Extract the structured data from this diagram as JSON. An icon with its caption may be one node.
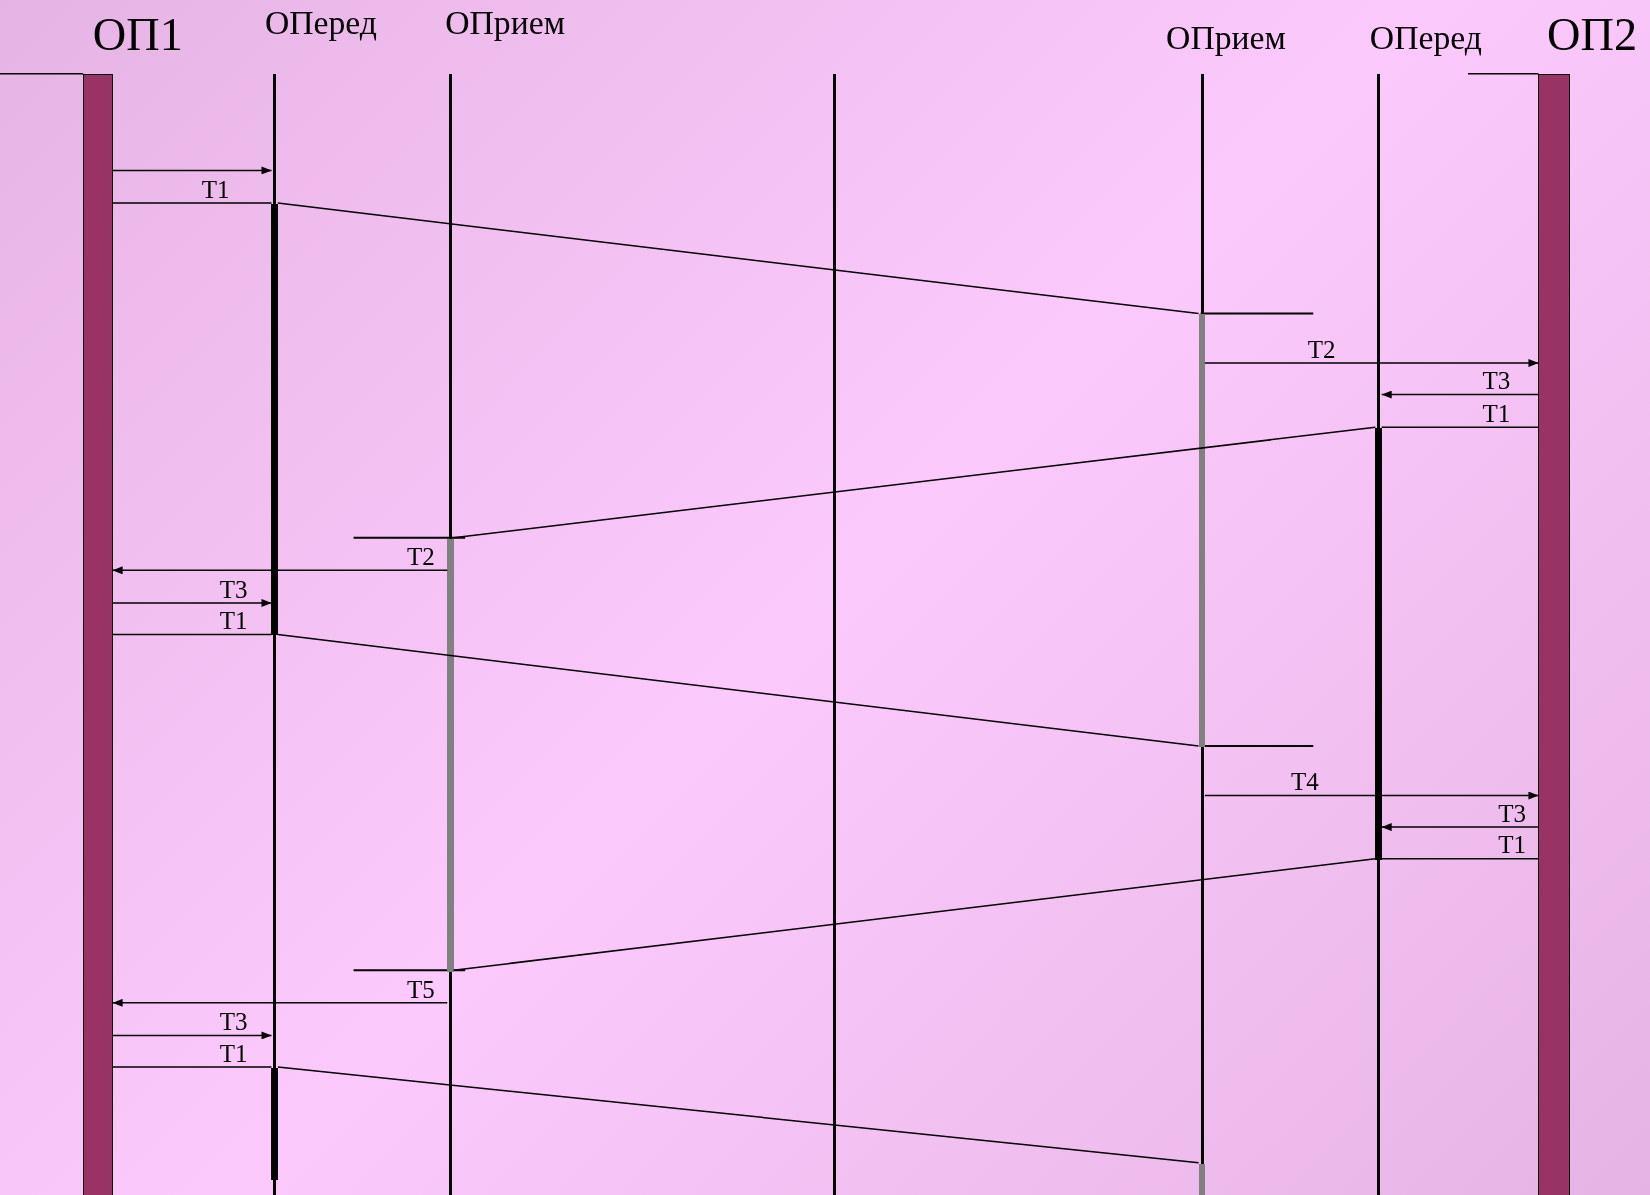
{
  "diagram": {
    "nodes": [
      {
        "text": [
          "ОП1"
        ]
      },
      {
        "text": [
          "ОПеред"
        ]
      },
      {
        "text": [
          "ОПрием"
        ]
      },
      {
        "text": [],
        "shape": "line"
      },
      {
        "text": [
          "ОПрием"
        ]
      },
      {
        "text": [
          "ОПеред"
        ]
      },
      {
        "text": [
          "ОП2"
        ]
      }
    ],
    "edges": [
      {
        "from": 0,
        "to": 1,
        "arrow": "to"
      },
      {
        "from": 0,
        "to": 1,
        "arrow": "none",
        "label": "T1"
      },
      {
        "from": 1,
        "to": 4,
        "arrow": "none"
      },
      {
        "from": 4,
        "to": 6,
        "arrow": "to",
        "label": "T2"
      },
      {
        "from": 6,
        "to": 5,
        "arrow": "to",
        "label": "T3"
      },
      {
        "from": 6,
        "to": 5,
        "arrow": "none",
        "label": "T1"
      },
      {
        "from": 5,
        "to": 2,
        "arrow": "none"
      },
      {
        "from": 2,
        "to": 0,
        "arrow": "to",
        "label": "T2"
      },
      {
        "from": 0,
        "to": 1,
        "arrow": "to",
        "label": "T3"
      },
      {
        "from": 0,
        "to": 1,
        "arrow": "none",
        "label": "T1"
      },
      {
        "from": 1,
        "to": 4,
        "arrow": "none"
      },
      {
        "from": 4,
        "to": 6,
        "arrow": "to",
        "label": "T4"
      },
      {
        "from": 6,
        "to": 5,
        "arrow": "to",
        "label": "T3"
      },
      {
        "from": 6,
        "to": 5,
        "arrow": "none",
        "label": "T1"
      },
      {
        "from": 5,
        "to": 2,
        "arrow": "none"
      },
      {
        "from": 2,
        "to": 0,
        "arrow": "to",
        "label": "T5"
      },
      {
        "from": 0,
        "to": 1,
        "arrow": "to",
        "label": "T3"
      },
      {
        "from": 0,
        "to": 1,
        "arrow": "none",
        "label": "T1"
      },
      {
        "from": 1,
        "to": 4,
        "arrow": "none"
      }
    ]
  }
}
